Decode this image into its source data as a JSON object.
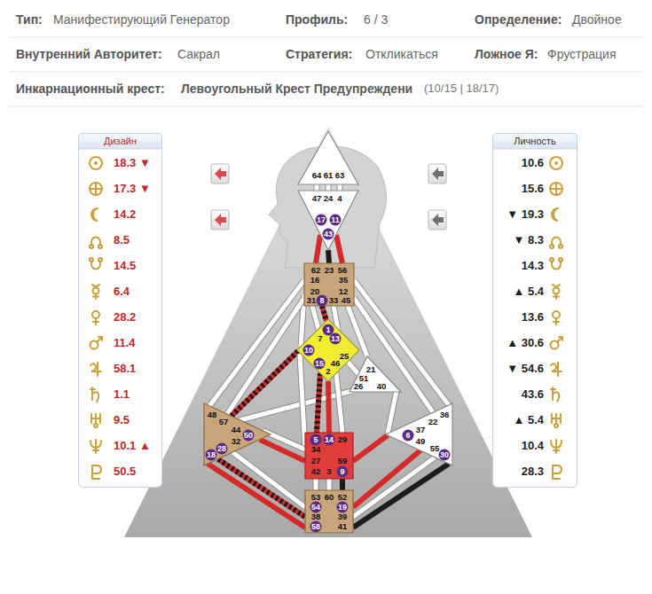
{
  "diagram": {
    "nodes": [
      {
        "text": [
          "Дизайн",
          "18.3 ▼",
          "17.3 ▼",
          "14.2",
          "8.5",
          "14.5",
          "6.4",
          "28.2",
          "11.4",
          "58.1",
          "1.1",
          "9.5",
          "10.1 ▲",
          "50.5"
        ]
      },
      {
        "text": [
          "64",
          "61",
          "63"
        ]
      },
      {
        "text": [
          "47",
          "24",
          "4",
          "17",
          "11",
          "43"
        ]
      },
      {
        "text": [
          "62",
          "23",
          "56",
          "16",
          "35",
          "20",
          "12",
          "31",
          "8",
          "33",
          "45"
        ]
      },
      {
        "text": [
          "1",
          "7",
          "13",
          "10",
          "25",
          "46",
          "15",
          "2"
        ]
      },
      {
        "text": [
          "21",
          "51",
          "26",
          "40"
        ]
      },
      {
        "text": [
          "48",
          "57",
          "44",
          "50",
          "32",
          "28",
          "18"
        ]
      },
      {
        "text": [
          "5",
          "14",
          "29",
          "34",
          "27",
          "59",
          "42",
          "3",
          "9"
        ]
      },
      {
        "text": [
          "36",
          "22",
          "37",
          "6",
          "49",
          "55",
          "30"
        ]
      },
      {
        "text": [
          "53",
          "60",
          "52",
          "54",
          "19",
          "38",
          "39",
          "58",
          "41"
        ]
      },
      {
        "text": [
          "Личность",
          "10.6",
          "15.6",
          "▼ 19.3",
          "▼ 8.3",
          "14.3",
          "▲ 5.4",
          "13.6",
          "▲ 30.6",
          "▼ 54.6",
          "43.6",
          "▲ 5.4",
          "10.4",
          "28.3"
        ]
      }
    ],
    "edges": [
      {
        "from": 1,
        "to": 2,
        "arrow": "none"
      },
      {
        "from": 1,
        "to": 2,
        "arrow": "none"
      },
      {
        "from": 1,
        "to": 2,
        "arrow": "none"
      },
      {
        "from": 2,
        "to": 3,
        "arrow": "none"
      },
      {
        "from": 2,
        "to": 3,
        "arrow": "none"
      },
      {
        "from": 2,
        "to": 3,
        "arrow": "none"
      },
      {
        "from": 3,
        "to": 4,
        "arrow": "none"
      },
      {
        "from": 3,
        "to": 4,
        "arrow": "none"
      },
      {
        "from": 3,
        "to": 4,
        "arrow": "none"
      },
      {
        "from": 3,
        "to": 4,
        "arrow": "none"
      },
      {
        "from": 4,
        "to": 5,
        "arrow": "none"
      },
      {
        "from": 5,
        "to": 3,
        "arrow": "none"
      },
      {
        "from": 5,
        "to": 8,
        "arrow": "none"
      },
      {
        "from": 5,
        "to": 6,
        "arrow": "none"
      },
      {
        "from": 3,
        "to": 6,
        "arrow": "none"
      },
      {
        "from": 3,
        "to": 6,
        "arrow": "none"
      },
      {
        "from": 3,
        "to": 8,
        "arrow": "none"
      },
      {
        "from": 3,
        "to": 8,
        "arrow": "none"
      },
      {
        "from": 4,
        "to": 7,
        "arrow": "none"
      },
      {
        "from": 4,
        "to": 7,
        "arrow": "none"
      },
      {
        "from": 4,
        "to": 7,
        "arrow": "none"
      },
      {
        "from": 4,
        "to": 6,
        "arrow": "none"
      },
      {
        "from": 4,
        "to": 7,
        "arrow": "none"
      },
      {
        "from": 7,
        "to": 6,
        "arrow": "none"
      },
      {
        "from": 7,
        "to": 6,
        "arrow": "none"
      },
      {
        "from": 7,
        "to": 8,
        "arrow": "none"
      },
      {
        "from": 7,
        "to": 9,
        "arrow": "none"
      },
      {
        "from": 7,
        "to": 9,
        "arrow": "none"
      },
      {
        "from": 7,
        "to": 9,
        "arrow": "none"
      },
      {
        "from": 6,
        "to": 9,
        "arrow": "none"
      },
      {
        "from": 6,
        "to": 9,
        "arrow": "none"
      },
      {
        "from": 6,
        "to": 9,
        "arrow": "none"
      },
      {
        "from": 8,
        "to": 9,
        "arrow": "none"
      },
      {
        "from": 8,
        "to": 9,
        "arrow": "none"
      },
      {
        "from": 8,
        "to": 9,
        "arrow": "none"
      }
    ],
    "labels": [
      "Тип:",
      "Манифестирующий Генератор",
      "Профиль:",
      "6 / 3",
      "Определение:",
      "Двойное",
      "Внутренний Авторитет:",
      "Сакрал",
      "Стратегия:",
      "Откликаться",
      "Ложное Я:",
      "Фрустрация",
      "Инкарнационный крест:",
      "Левоугольный Крест Предупреждени",
      "(10/15 | 18/17)"
    ]
  }
}
